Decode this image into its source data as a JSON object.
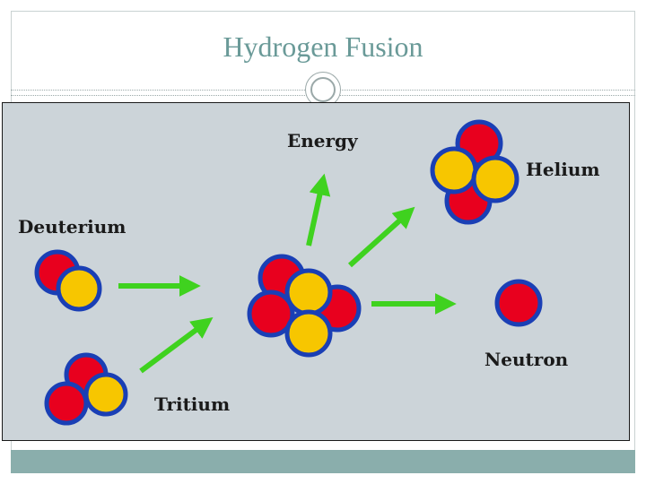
{
  "slide": {
    "title": "Hydrogen Fusion"
  },
  "diagram": {
    "labels": {
      "energy": "Energy",
      "helium": "Helium",
      "deuterium": "Deuterium",
      "neutron": "Neutron",
      "tritium": "Tritium"
    },
    "colors": {
      "background": "#ccd4d9",
      "proton": "#e8001e",
      "neutron_particle": "#f7c600",
      "outline": "#1a3fb5",
      "arrow": "#3fd21f"
    }
  }
}
